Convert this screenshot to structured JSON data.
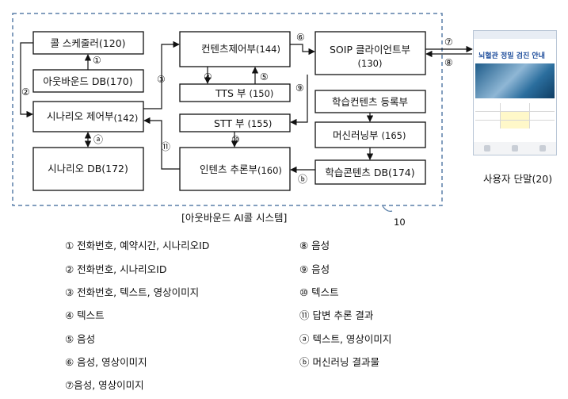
{
  "blocks": {
    "call_scheduler": "콜 스케줄러(120)",
    "outbound_db": "아웃바운드 DB(170)",
    "scenario_ctrl": "시나리오 제어부",
    "scenario_ctrl_num": "(142)",
    "scenario_db": "시나리오 DB(172)",
    "content_ctrl": "컨텐츠제어부",
    "content_ctrl_num": "(144)",
    "tts": "TTS 부",
    "tts_num": "(150)",
    "stt": "STT 부",
    "stt_num": "(155)",
    "intent": "인텐츠 추론부",
    "intent_num": "(160)",
    "soip": "SOIP 클라이언트부",
    "soip_num": "(130)",
    "learn_reg": "학습컨텐츠 등록부",
    "ml": "머신러닝부",
    "ml_num": "(165)",
    "learn_db": "학습콘텐츠 DB(174)"
  },
  "markers": {
    "m1": "①",
    "m2": "②",
    "m3": "③",
    "m4": "④",
    "m5": "⑤",
    "m6": "⑥",
    "m7": "⑦",
    "m8": "⑧",
    "m9": "⑨",
    "m10": "⑩",
    "m11": "⑪",
    "ma": "ⓐ",
    "mb": "ⓑ"
  },
  "system_caption": "[아웃바운드 AI콜 시스템]",
  "system_ref": "10",
  "phone": {
    "title": "뇌혈관 정밀 검진 안내",
    "caption": "사용자 단말(20)"
  },
  "legend": {
    "l1": "① 전화번호, 예약시간, 시나리오ID",
    "l2": "② 전화번호, 시나리오ID",
    "l3": "③ 전화번호, 텍스트, 영상이미지",
    "l4": "④ 텍스트",
    "l5": "⑤ 음성",
    "l6": "⑥ 음성, 영상이미지",
    "l7": "⑦음성, 영상이미지",
    "r8": "⑧ 음성",
    "r9": "⑨ 음성",
    "r10": "⑩ 텍스트",
    "r11": "⑪ 답변 추론 결과",
    "ra": "ⓐ 텍스트, 영상이미지",
    "rb": "ⓑ 머신러닝 결과물"
  }
}
